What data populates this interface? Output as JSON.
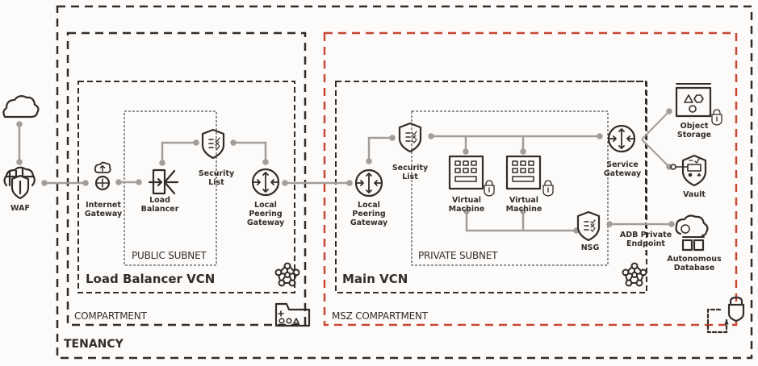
{
  "colors": {
    "background": "#fcfbfa",
    "line_dark": "#312d2a",
    "connector": "#a39d98",
    "msz_red": "#c74634"
  },
  "containers": {
    "tenancy": "TENANCY",
    "compartment": "COMPARTMENT",
    "msz_compartment": "MSZ COMPARTMENT",
    "lb_vcn": "Load Balancer VCN",
    "main_vcn": "Main VCN",
    "public_subnet": "PUBLIC SUBNET",
    "private_subnet": "PRIVATE SUBNET"
  },
  "nodes": {
    "internet": {
      "icon": "cloud-icon",
      "label": ""
    },
    "waf": {
      "icon": "waf-icon",
      "label": "WAF"
    },
    "internet_gateway": {
      "icon": "internet-gateway-icon",
      "label": "Internet\nGateway"
    },
    "load_balancer": {
      "icon": "load-balancer-icon",
      "label": "Load\nBalancer"
    },
    "security_list_lb": {
      "icon": "security-list-icon",
      "label": "Security\nList"
    },
    "lpg_lb": {
      "icon": "local-peering-gateway-icon",
      "label": "Local\nPeering\nGateway"
    },
    "lpg_main": {
      "icon": "local-peering-gateway-icon",
      "label": "Local\nPeering\nGateway"
    },
    "security_list_main": {
      "icon": "security-list-icon",
      "label": "Security\nList"
    },
    "vm1": {
      "icon": "virtual-machine-icon",
      "label": "Virtual\nMachine"
    },
    "vm2": {
      "icon": "virtual-machine-icon",
      "label": "Virtual\nMachine"
    },
    "nsg": {
      "icon": "nsg-icon",
      "label": "NSG"
    },
    "service_gateway": {
      "icon": "service-gateway-icon",
      "label": "Service\nGateway"
    },
    "object_storage": {
      "icon": "object-storage-icon",
      "label": "Object\nStorage"
    },
    "vault": {
      "icon": "vault-icon",
      "label": "Vault"
    },
    "adb_endpoint": {
      "icon": "",
      "label": "ADB Private\nEndpoint\n:"
    },
    "autonomous_db": {
      "icon": "autonomous-database-icon",
      "label": "Autonomous\nDatabase"
    }
  },
  "edges": [
    [
      "internet",
      "waf"
    ],
    [
      "waf",
      "internet_gateway"
    ],
    [
      "internet_gateway",
      "load_balancer"
    ],
    [
      "load_balancer",
      "security_list_lb"
    ],
    [
      "security_list_lb",
      "lpg_lb"
    ],
    [
      "lpg_lb",
      "lpg_main"
    ],
    [
      "lpg_main",
      "security_list_main"
    ],
    [
      "security_list_main",
      "vm1"
    ],
    [
      "security_list_main",
      "vm2"
    ],
    [
      "security_list_main",
      "service_gateway"
    ],
    [
      "vm1",
      "nsg"
    ],
    [
      "vm2",
      "nsg"
    ],
    [
      "nsg",
      "autonomous_db"
    ],
    [
      "service_gateway",
      "object_storage"
    ],
    [
      "service_gateway",
      "vault"
    ]
  ]
}
